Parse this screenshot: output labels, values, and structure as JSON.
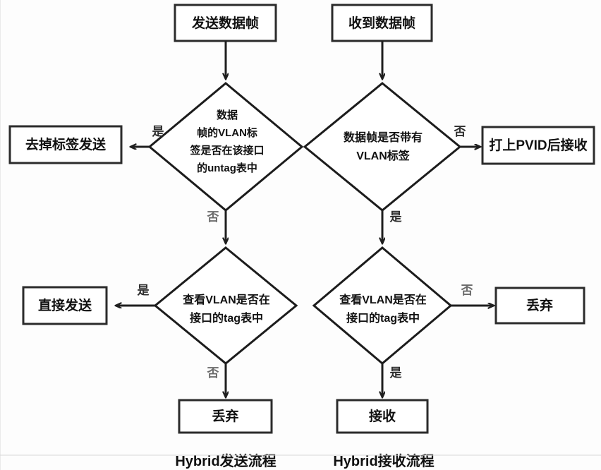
{
  "diagram": {
    "title_left": "Hybrid发送流程",
    "title_right": "Hybrid接收流程",
    "labels": {
      "yes": "是",
      "no": "否"
    },
    "left_flow": {
      "start": "发送数据帧",
      "decision1_line1": "数据",
      "decision1_line2": "帧的VLAN标",
      "decision1_line3": "签是否在该接口",
      "decision1_line4": "的untag表中",
      "decision1_yes_target": "去掉标签发送",
      "decision1_yes_label": "是",
      "decision1_no_label": "否",
      "decision2_line1": "查看VLAN是否在",
      "decision2_line2": "接口的tag表中",
      "decision2_yes_target": "直接发送",
      "decision2_yes_label": "是",
      "decision2_no_label": "否",
      "end": "丢弃"
    },
    "right_flow": {
      "start": "收到数据帧",
      "decision1_line1": "数据帧是否带有",
      "decision1_line2": "VLAN标签",
      "decision1_no_target": "打上PVID后接收",
      "decision1_no_label": "否",
      "decision1_yes_label": "是",
      "decision2_line1": "查看VLAN是否在",
      "decision2_line2": "接口的tag表中",
      "decision2_no_target": "丢弃",
      "decision2_no_label": "否",
      "decision2_yes_label": "是",
      "end": "接收"
    },
    "colors": {
      "stroke": "#1f1f1f",
      "box_fill": "#ffffff",
      "label_text": "#111111",
      "muted_label": "#6b6b6b",
      "background": "#fdfdfd"
    }
  }
}
